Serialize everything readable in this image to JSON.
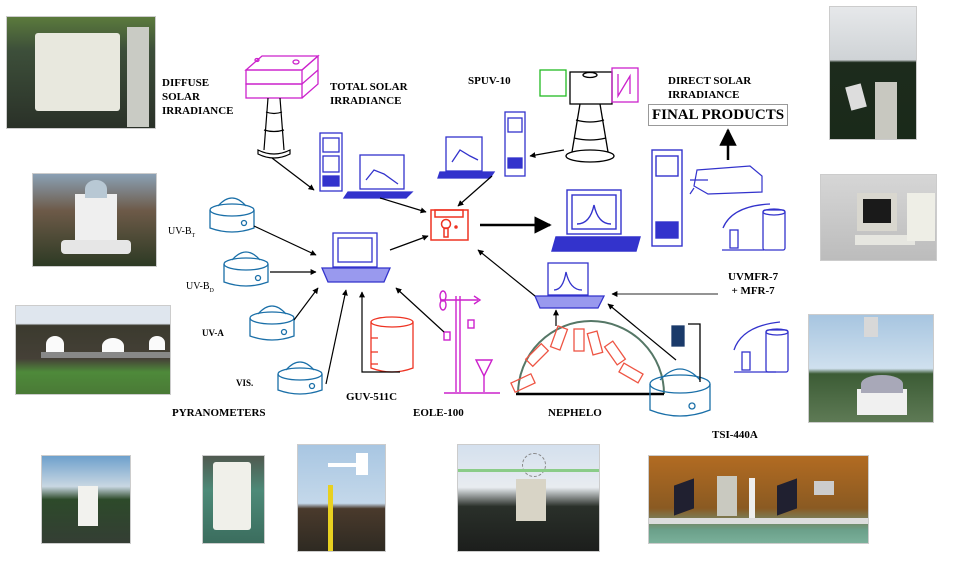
{
  "title": "Solar irradiance and atmospheric measurement network diagram",
  "labels": {
    "diffuse": "DIFFUSE\nSOLAR\nIRRADIANCE",
    "total": "TOTAL SOLAR\nIRRADIANCE",
    "spuv": "SPUV-10",
    "direct": "DIRECT SOLAR\nIRRADIANCE",
    "final_products": "FINAL PRODUCTS",
    "uvbt": "UV-B",
    "uvbt_sub": "T",
    "uvbd": "UV-B",
    "uvbd_sub": "D",
    "uva": "UV-A",
    "vis": "VIS.",
    "pyranometers": "PYRANOMETERS",
    "guv": "GUV-511C",
    "eole": "EOLE-100",
    "nephelo": "NEPHELO",
    "uvmfr": "UVMFR-7\n+ MFR-7",
    "tsi": "TSI-440A"
  },
  "photos": [
    {
      "name": "diffuse-radiometer-photo",
      "scene": "white instrument box on rooftop"
    },
    {
      "name": "sun-tracker-photo",
      "scene": "sun tracker with pole against sky"
    },
    {
      "name": "pyranometer-photo",
      "scene": "dome pyranometer closeup"
    },
    {
      "name": "computer-display-photo",
      "scene": "computer showing spectrum plot"
    },
    {
      "name": "pyranometer-array-photo",
      "scene": "row of pyranometers on roof"
    },
    {
      "name": "tsi-imager-photo",
      "scene": "sky imager dome on roof"
    },
    {
      "name": "guv-sensor-photo",
      "scene": "cylindrical sensor on roof"
    },
    {
      "name": "sensor-housing-photo",
      "scene": "white sensor housing"
    },
    {
      "name": "wind-vane-photo",
      "scene": "wind vane on yellow mast"
    },
    {
      "name": "nephelometer-photo",
      "scene": "nephelometer on yellow tripod"
    },
    {
      "name": "mfr-photo",
      "scene": "shadowband radiometers autumn trees"
    }
  ],
  "colors": {
    "magenta": "#cc22cc",
    "blue": "#3333cc",
    "teal": "#1a6fa8",
    "red": "#ee3322",
    "green": "#22bb22"
  }
}
